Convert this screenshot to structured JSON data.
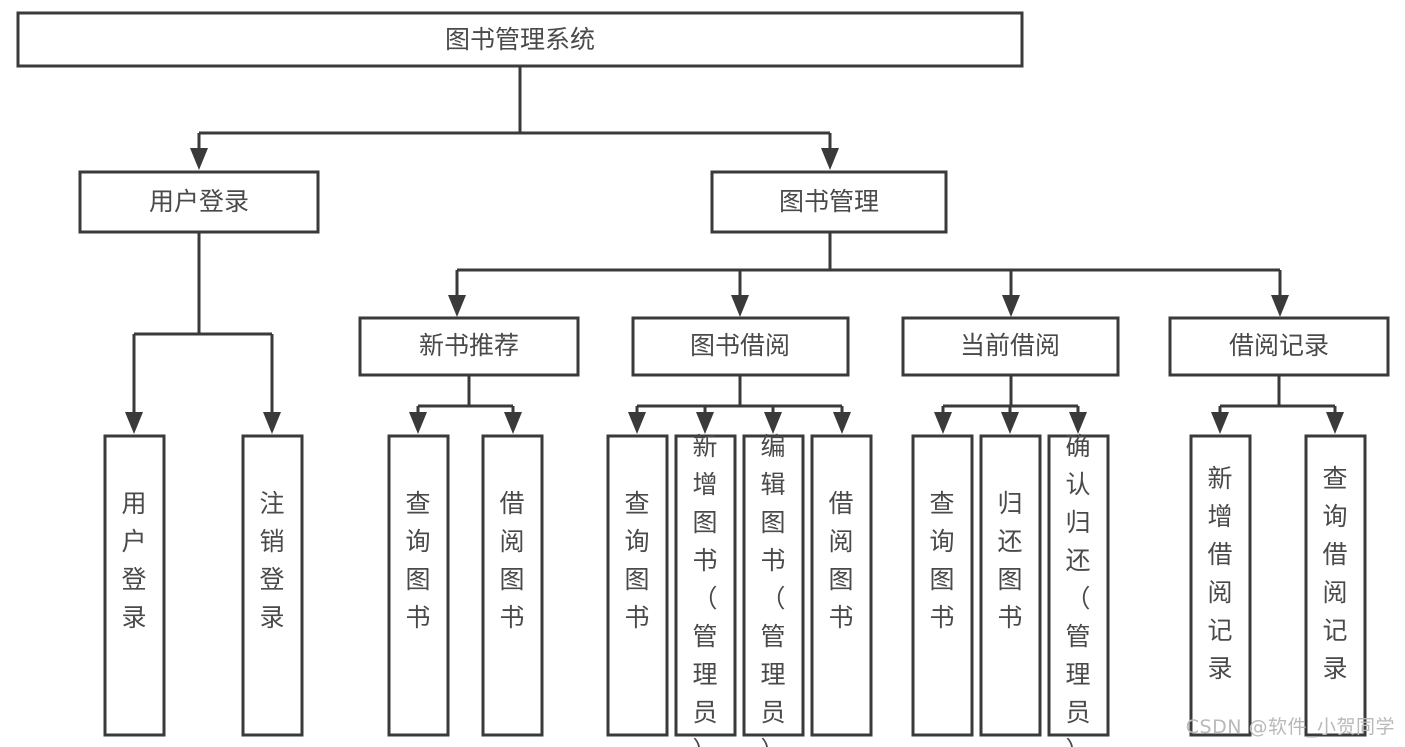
{
  "diagram": {
    "title": "图书管理系统",
    "type": "tree-hierarchy",
    "orientation": "top-down",
    "levels": 4,
    "colors": {
      "box_stroke": "#3a3a3a",
      "box_fill": "#ffffff",
      "text": "#4a4a4a",
      "connector": "#3a3a3a",
      "background": "#ffffff",
      "watermark": "#b9b9b9"
    },
    "root": {
      "label": "图书管理系统"
    },
    "level2": [
      {
        "label": "用户登录"
      },
      {
        "label": "图书管理"
      }
    ],
    "level3": [
      {
        "label": "新书推荐"
      },
      {
        "label": "图书借阅"
      },
      {
        "label": "当前借阅"
      },
      {
        "label": "借阅记录"
      }
    ],
    "leaves": {
      "user_login": [
        {
          "label": "用户登录"
        },
        {
          "label": "注销登录"
        }
      ],
      "new_book_recommend": [
        {
          "label": "查询图书"
        },
        {
          "label": "借阅图书"
        }
      ],
      "book_borrow": [
        {
          "label": "查询图书"
        },
        {
          "label": "新增图书（管理员）"
        },
        {
          "label": "编辑图书（管理员）"
        },
        {
          "label": "借阅图书"
        }
      ],
      "current_borrow": [
        {
          "label": "查询图书"
        },
        {
          "label": "归还图书"
        },
        {
          "label": "确认归还（管理员）"
        }
      ],
      "borrow_record": [
        {
          "label": "新增借阅记录"
        },
        {
          "label": "查询借阅记录"
        }
      ]
    }
  },
  "watermark": {
    "text": "CSDN @软件_小贺同学"
  }
}
